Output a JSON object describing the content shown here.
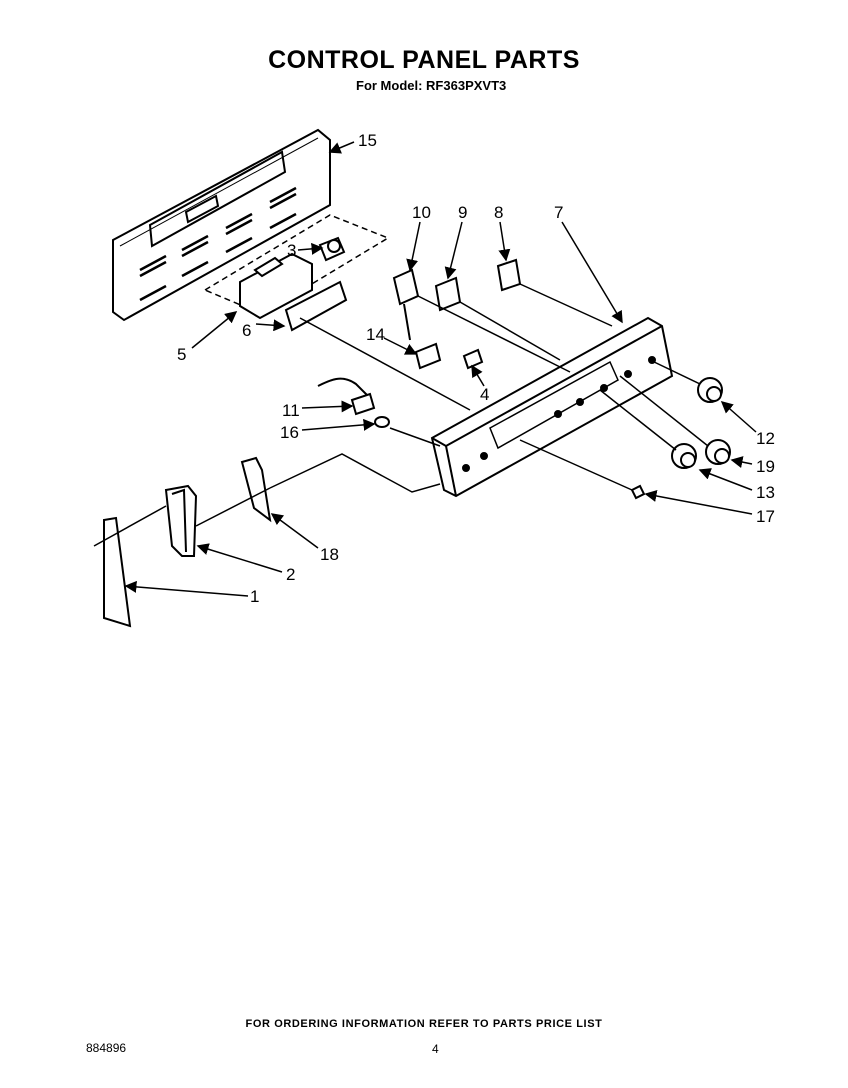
{
  "header": {
    "title": "CONTROL PANEL PARTS",
    "model_line": "For Model: RF363PXVT3"
  },
  "callouts": [
    "15",
    "10",
    "9",
    "8",
    "7",
    "3",
    "5",
    "6",
    "14",
    "4",
    "11",
    "16",
    "12",
    "19",
    "13",
    "17",
    "18",
    "2",
    "1"
  ],
  "footer": {
    "ordering_note": "FOR ORDERING INFORMATION REFER TO PARTS PRICE LIST",
    "doc_number": "884896",
    "page_number": "4"
  }
}
